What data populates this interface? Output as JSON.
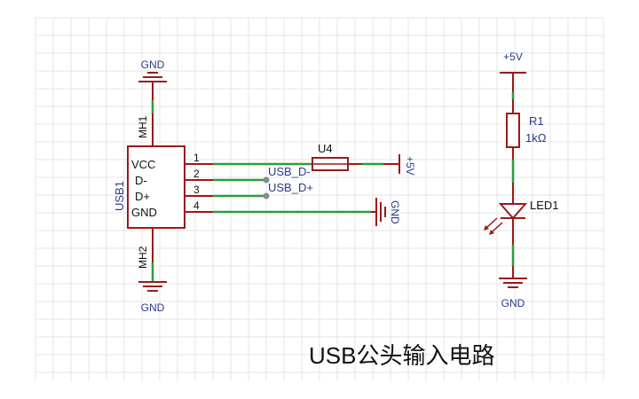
{
  "colors": {
    "wire": "#2f9e3b",
    "component": "#9a1a1a",
    "net_label": "#2a3a8c",
    "pin_text": "#111111",
    "grid": "#e6e6e6",
    "junction": "#8c8c8c"
  },
  "diagram": {
    "title": "USB公头输入电路",
    "usb": {
      "designator": "USB1",
      "pins": [
        {
          "number": "1",
          "name": "VCC"
        },
        {
          "number": "2",
          "name": "D-"
        },
        {
          "number": "3",
          "name": "D+"
        },
        {
          "number": "4",
          "name": "GND"
        }
      ],
      "mount_top": "MH1",
      "mount_bottom": "MH2"
    },
    "nets": {
      "usb_dm": "USB_D-",
      "usb_dp": "USB_D+"
    },
    "fuse": {
      "designator": "U4"
    },
    "power": {
      "vcc_fuse": "+5V",
      "vcc_led": "+5V"
    },
    "grounds": {
      "top": "GND",
      "bottom": "GND",
      "right": "GND",
      "led": "GND"
    },
    "resistor": {
      "designator": "R1",
      "value": "1kΩ"
    },
    "led": {
      "designator": "LED1"
    }
  }
}
